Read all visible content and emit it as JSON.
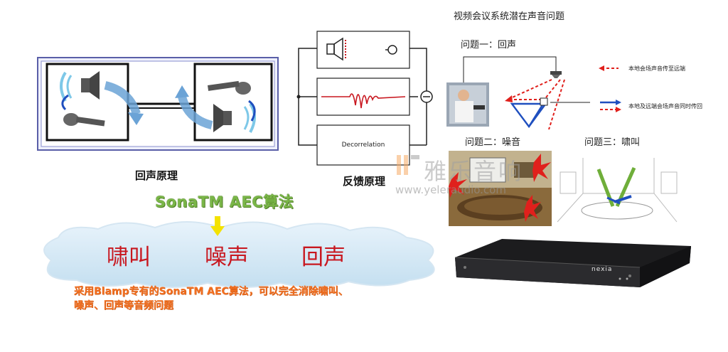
{
  "echo_panel": {
    "caption": "回声原理"
  },
  "feedback_panel": {
    "caption": "反馈原理",
    "decorrelation_label": "Decorrelation"
  },
  "problems_panel": {
    "title": "视频会议系统潜在声音问题",
    "issue_one": "问题一：回声",
    "issue_two": "问题二：噪音",
    "issue_three": "问题三：啸叫",
    "legend_red": "本地会场声音传至远端",
    "legend_blue": "本地及远端会场声音同时传回"
  },
  "watermark": {
    "brand": "雅乐音响",
    "url": "www.yeleraudio.com"
  },
  "algorithm": {
    "title": "SonaTM AEC算法",
    "cloud_words": [
      "啸叫",
      "噪声",
      "回声"
    ],
    "description_line1": "采用Blamp专有的SonaTM AEC算法，可以完全消除啸叫、",
    "description_line2": "噪声、回声等音频问题"
  },
  "device": {
    "brand_label": "nexia"
  },
  "colors": {
    "accent_red": "#c8171f",
    "accent_orange": "#f37021",
    "accent_green": "#7ab648",
    "arrow_blue": "#1f4fbf"
  }
}
